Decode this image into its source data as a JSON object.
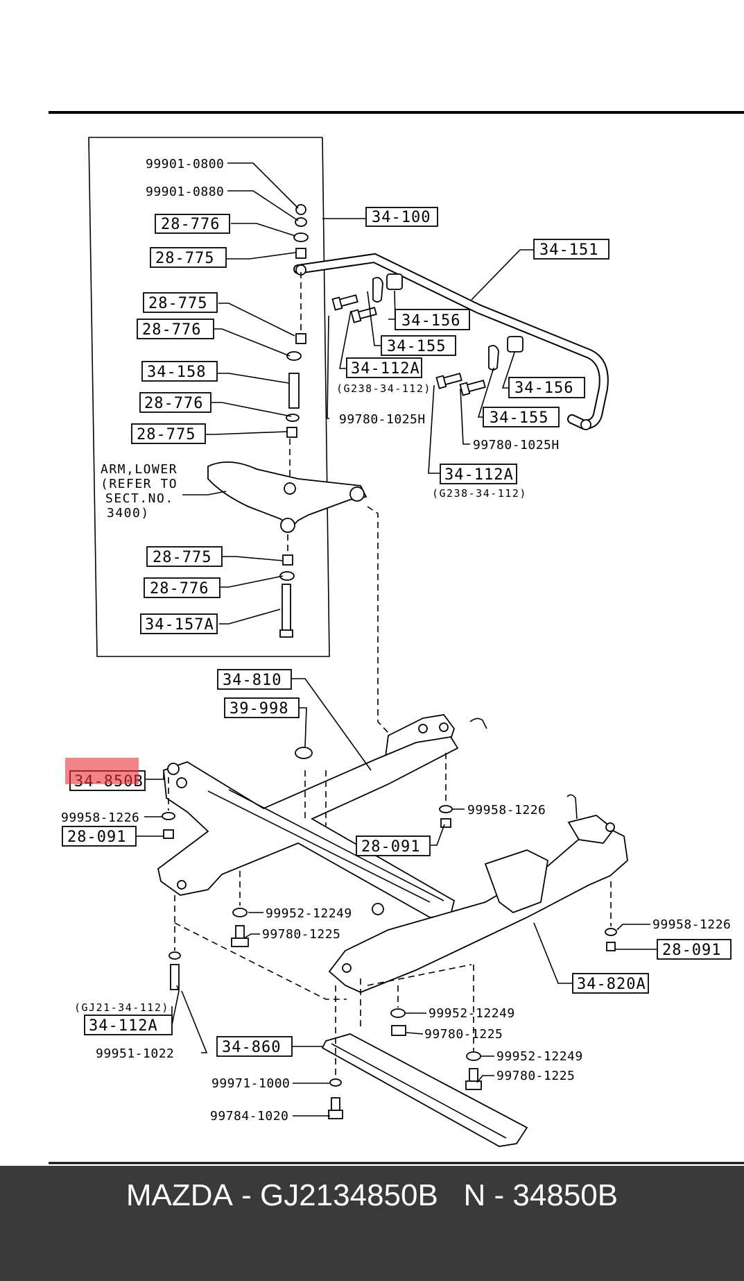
{
  "callouts": {
    "c_99901_0800": "99901-0800",
    "c_99901_0880": "99901-0880",
    "c_28_776_a": "28-776",
    "c_28_775_a": "28-775",
    "c_34_100": "34-100",
    "c_34_151": "34-151",
    "c_28_775_b": "28-775",
    "c_28_776_b": "28-776",
    "c_34_156_a": "34-156",
    "c_34_155_a": "34-155",
    "c_34_112a_a": "34-112A",
    "c_g238_a": "(G238-34-112)",
    "c_34_158": "34-158",
    "c_28_776_c": "28-776",
    "c_28_775_c": "28-775",
    "c_99780_1025h_a": "99780-1025H",
    "c_34_156_b": "34-156",
    "c_34_155_b": "34-155",
    "c_99780_1025h_b": "99780-1025H",
    "c_34_112a_b": "34-112A",
    "c_g238_b": "(G238-34-112)",
    "c_28_775_d": "28-775",
    "c_28_776_d": "28-776",
    "c_34_157a": "34-157A",
    "c_34_810": "34-810",
    "c_39_998": "39-998",
    "c_34_850b": "34-850B",
    "c_99958_1226_a": "99958-1226",
    "c_28_091_a": "28-091",
    "c_99958_1226_b": "99958-1226",
    "c_28_091_b": "28-091",
    "c_99952_12249_a": "99952-12249",
    "c_99780_1225_a": "99780-1225",
    "c_99958_1226_c": "99958-1226",
    "c_28_091_c": "28-091",
    "c_34_820a": "34-820A",
    "c_gj21": "(GJ21-34-112)",
    "c_34_112a_c": "34-112A",
    "c_99951_1022": "99951-1022",
    "c_99952_12249_b": "99952-12249",
    "c_99780_1225_b": "99780-1225",
    "c_34_860": "34-860",
    "c_99952_12249_c": "99952-12249",
    "c_99780_1225_c": "99780-1225",
    "c_99971_1000": "99971-1000",
    "c_99784_1020": "99784-1020"
  },
  "arm_note": [
    "ARM,LOWER",
    "(REFER TO",
    "SECT.NO.",
    "3400)"
  ],
  "highlight": {
    "part": "34-850B",
    "color": "#e8303a"
  },
  "footer": {
    "brand": "MAZDA",
    "sep1": " - ",
    "oem_number": "GJ2134850B",
    "gap": "   ",
    "n_label": "N",
    "sep2": " - ",
    "n_number": "34850B",
    "background": "#3a3a3c",
    "text_color": "#ffffff"
  }
}
